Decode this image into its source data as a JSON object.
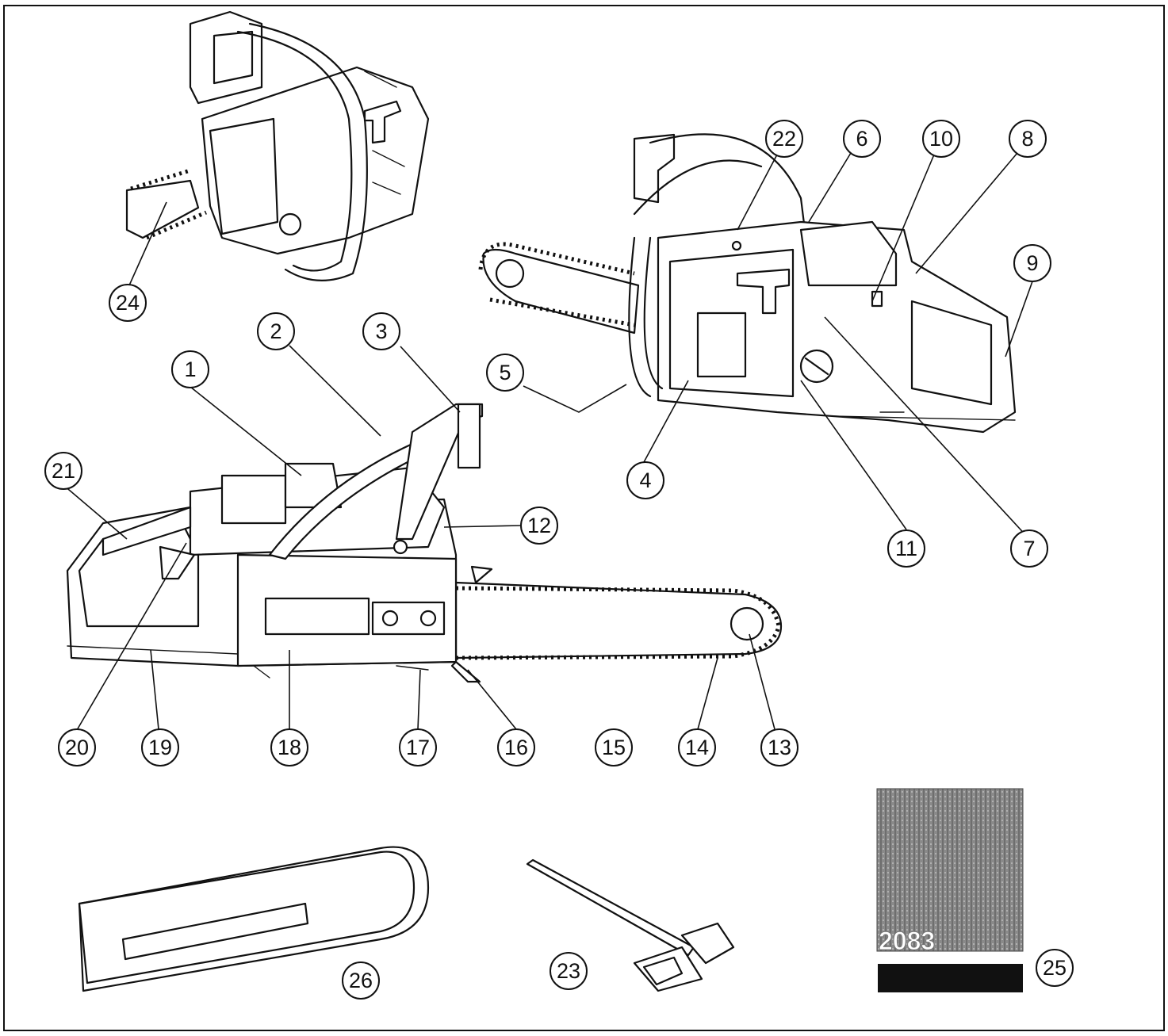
{
  "callouts": {
    "c1": "1",
    "c2": "2",
    "c3": "3",
    "c4": "4",
    "c5": "5",
    "c6": "6",
    "c7": "7",
    "c8": "8",
    "c9": "9",
    "c10": "10",
    "c11": "11",
    "c12": "12",
    "c13": "13",
    "c14": "14",
    "c15": "15",
    "c16": "16",
    "c17": "17",
    "c18": "18",
    "c19": "19",
    "c20": "20",
    "c21": "21",
    "c22": "22",
    "c23": "23",
    "c24": "24",
    "c25": "25",
    "c26": "26"
  },
  "decal": {
    "code": "2083"
  }
}
